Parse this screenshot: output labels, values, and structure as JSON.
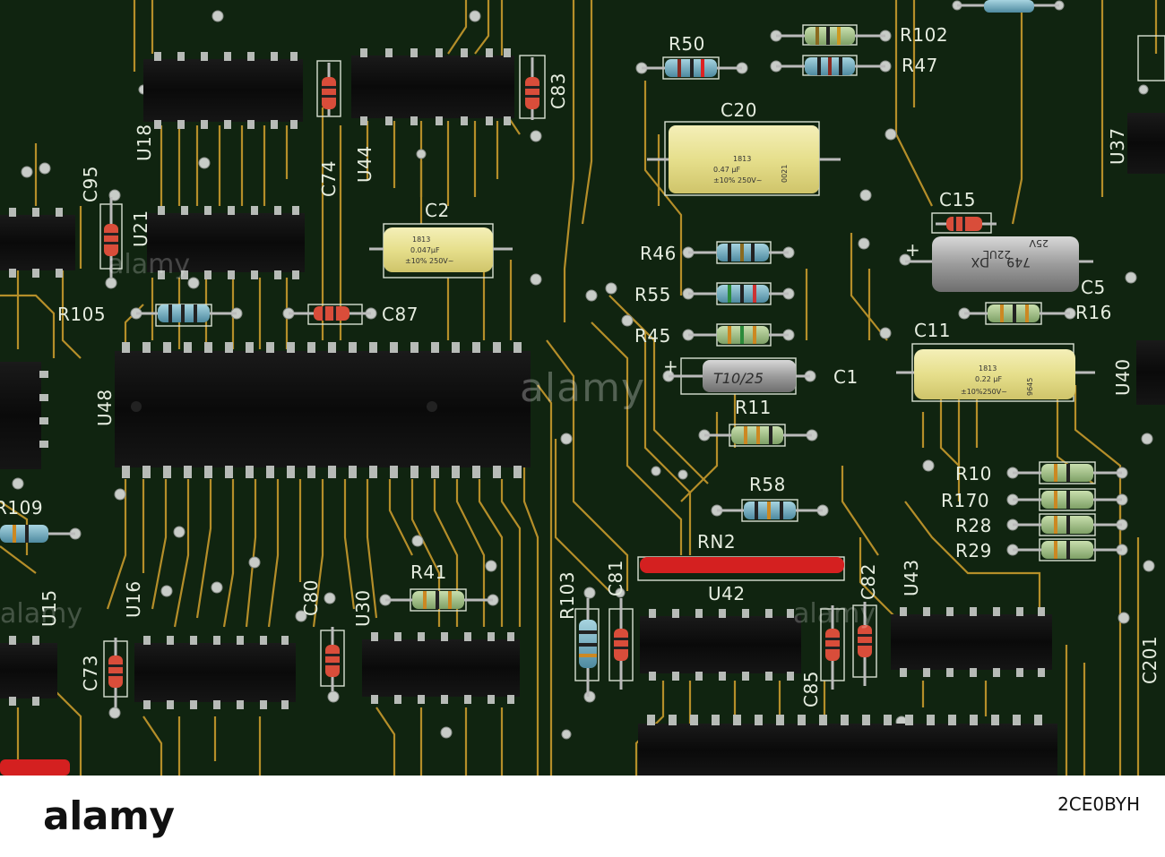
{
  "silkscreen": {
    "r50": "R50",
    "r102": "R102",
    "r47": "R47",
    "c20": "C20",
    "c83": "C83",
    "u18": "U18",
    "c74": "C74",
    "u44": "U44",
    "c95": "C95",
    "u21": "U21",
    "c2": "C2",
    "c15": "C15",
    "u37": "U37",
    "r46": "R46",
    "r55": "R55",
    "r45": "R45",
    "c5": "C5",
    "r16": "R16",
    "c11": "C11",
    "r105": "R105",
    "c87": "C87",
    "c1": "C1",
    "u40": "U40",
    "u48": "U48",
    "r11": "R11",
    "r58": "R58",
    "r10": "R10",
    "r170": "R170",
    "r28": "R28",
    "r29": "R29",
    "r109": "R109",
    "rn2": "RN2",
    "r103": "R103",
    "c81": "C81",
    "u42": "U42",
    "c82": "C82",
    "u43": "U43",
    "r41": "R41",
    "c80": "C80",
    "u30": "U30",
    "u16": "U16",
    "u15": "U15",
    "c73": "C73",
    "c85": "C85",
    "c201": "C201",
    "plus_c1": "+",
    "plus_c5": "+"
  },
  "component_print": {
    "c20": [
      "1813",
      "0.47 µF",
      "±10% 250V~",
      "0021"
    ],
    "c2": [
      "1813",
      "0.047µF",
      "±10% 250V~"
    ],
    "c11": [
      "1813",
      "0.22 µF",
      "±10%250V~",
      "9645"
    ],
    "c1": "T10/25",
    "c5": [
      "749",
      "DX",
      "22UL",
      "25V"
    ]
  },
  "watermark": {
    "center": "alamy",
    "left": "alamy",
    "bottom_left": "alamy",
    "bottom_right": "alamy"
  },
  "footer": {
    "logo": "alamy",
    "image_id": "2CE0BYH"
  },
  "colors": {
    "board": "#102410",
    "trace": "#c79a2c",
    "pad": "#c8ccc8",
    "chip": "#0b0b0b",
    "silkscreen": "#e6ede0",
    "film_capacitor": "#eee7a0",
    "rn2_bar": "#d42020"
  }
}
